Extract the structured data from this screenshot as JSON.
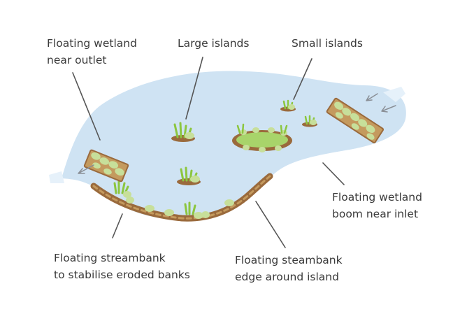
{
  "labels": {
    "floating_wetland_outlet": [
      "Floating wetland",
      "near outlet"
    ],
    "large_islands": [
      "Large islands"
    ],
    "small_islands": [
      "Small islands"
    ],
    "floating_wetland_boom": [
      "Floating wetland",
      "boom near inlet"
    ],
    "floating_streambank": [
      "Floating streambank",
      "to stabilise eroded banks"
    ],
    "floating_steambank_edge": [
      "Floating steambank",
      "edge around island"
    ]
  },
  "colors": {
    "water": "#cfe3f3",
    "water_edge": "#e6f1fa",
    "bank_brown": "#9a6a3c",
    "bank_dark": "#7a5230",
    "mat_tan": "#c49a5e",
    "plant_green": "#8cc63f",
    "plant_light": "#c7df9a",
    "island_grass": "#a8d46a",
    "leader_line": "#555555",
    "arrow_grey": "#8a8f96",
    "text": "#3a3a3a"
  }
}
